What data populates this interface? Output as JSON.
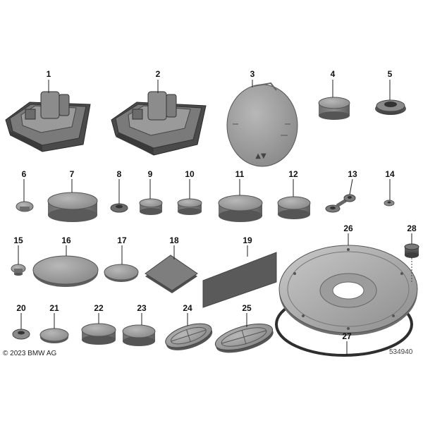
{
  "parts": [
    {
      "id": "1",
      "label": "1",
      "icon": "jack-pad-icon"
    },
    {
      "id": "2",
      "label": "2",
      "icon": "jack-pad-icon"
    },
    {
      "id": "3",
      "label": "3",
      "icon": "round-cover-cap-icon"
    },
    {
      "id": "4",
      "label": "4",
      "icon": "blind-plug-icon"
    },
    {
      "id": "5",
      "label": "5",
      "icon": "grommet-icon"
    },
    {
      "id": "6",
      "label": "6",
      "icon": "small-plug-icon"
    },
    {
      "id": "7",
      "label": "7",
      "icon": "large-plug-icon"
    },
    {
      "id": "8",
      "label": "8",
      "icon": "small-grommet-icon"
    },
    {
      "id": "9",
      "label": "9",
      "icon": "plug-icon"
    },
    {
      "id": "10",
      "label": "10",
      "icon": "plug-icon"
    },
    {
      "id": "11",
      "label": "11",
      "icon": "large-plug-icon"
    },
    {
      "id": "12",
      "label": "12",
      "icon": "plug-icon"
    },
    {
      "id": "13",
      "label": "13",
      "icon": "cable-grommet-icon"
    },
    {
      "id": "14",
      "label": "14",
      "icon": "tiny-grommet-icon"
    },
    {
      "id": "15",
      "label": "15",
      "icon": "small-plug-icon"
    },
    {
      "id": "16",
      "label": "16",
      "icon": "round-pad-icon"
    },
    {
      "id": "17",
      "label": "17",
      "icon": "round-pad-icon"
    },
    {
      "id": "18",
      "label": "18",
      "icon": "square-pad-icon"
    },
    {
      "id": "19",
      "label": "19",
      "icon": "rectangular-pad-icon"
    },
    {
      "id": "20",
      "label": "20",
      "icon": "small-grommet-icon"
    },
    {
      "id": "21",
      "label": "21",
      "icon": "flat-plug-icon"
    },
    {
      "id": "22",
      "label": "22",
      "icon": "plug-icon"
    },
    {
      "id": "23",
      "label": "23",
      "icon": "plug-icon"
    },
    {
      "id": "24",
      "label": "24",
      "icon": "oval-plug-icon"
    },
    {
      "id": "25",
      "label": "25",
      "icon": "oval-plug-icon"
    },
    {
      "id": "26",
      "label": "26",
      "icon": "cover-plate-icon"
    },
    {
      "id": "27",
      "label": "27",
      "icon": "ring-seal-icon"
    },
    {
      "id": "28",
      "label": "28",
      "icon": "nut-icon"
    }
  ],
  "copyright": "© 2023 BMW AG",
  "diagram_id": "534940"
}
